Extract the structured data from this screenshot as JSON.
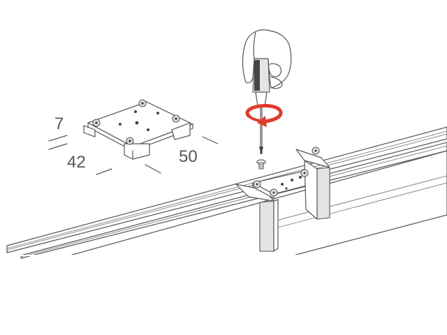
{
  "dimensions": {
    "height": "7",
    "width": "42",
    "length": "50"
  },
  "colors": {
    "line": "#555555",
    "rotation_arrow": "#e03a2a",
    "rail_fill": "#ffffff",
    "bracket_fill": "#e4e4e4"
  },
  "icons": {
    "tool": "screwdriver-icon",
    "hand": "hand-icon",
    "rotation": "rotation-arrow-icon"
  }
}
